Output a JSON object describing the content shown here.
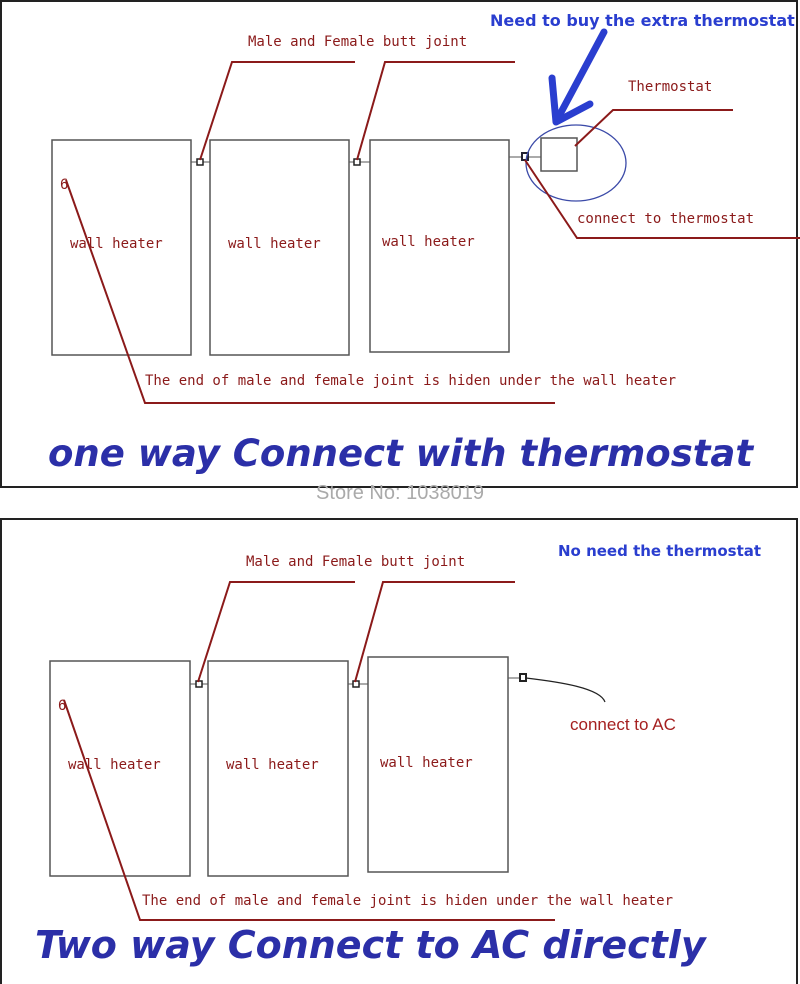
{
  "top_panel": {
    "joint_label": "Male and Female butt joint",
    "heaters": [
      "wall heater",
      "wall heater",
      "wall heater"
    ],
    "hidden_end_label": "The end of male and female joint is hiden under the wall heater",
    "thermostat_label": "Thermostat",
    "connect_label": "connect to thermostat",
    "note": "Need to buy the extra thermostat",
    "title": "one way Connect with thermostat"
  },
  "watermark": "Store No: 1038019",
  "bottom_panel": {
    "joint_label": "Male and Female butt joint",
    "heaters": [
      "wall heater",
      "wall heater",
      "wall heater"
    ],
    "hidden_end_label": "The end of male and female joint is hiden under the wall heater",
    "connect_label": "connect to AC",
    "note": "No need the thermostat",
    "title": "Two way Connect to AC directly"
  },
  "colors": {
    "leader": "#8b1a1a",
    "note": "#2a3ecf",
    "title": "#2b2fa8"
  }
}
